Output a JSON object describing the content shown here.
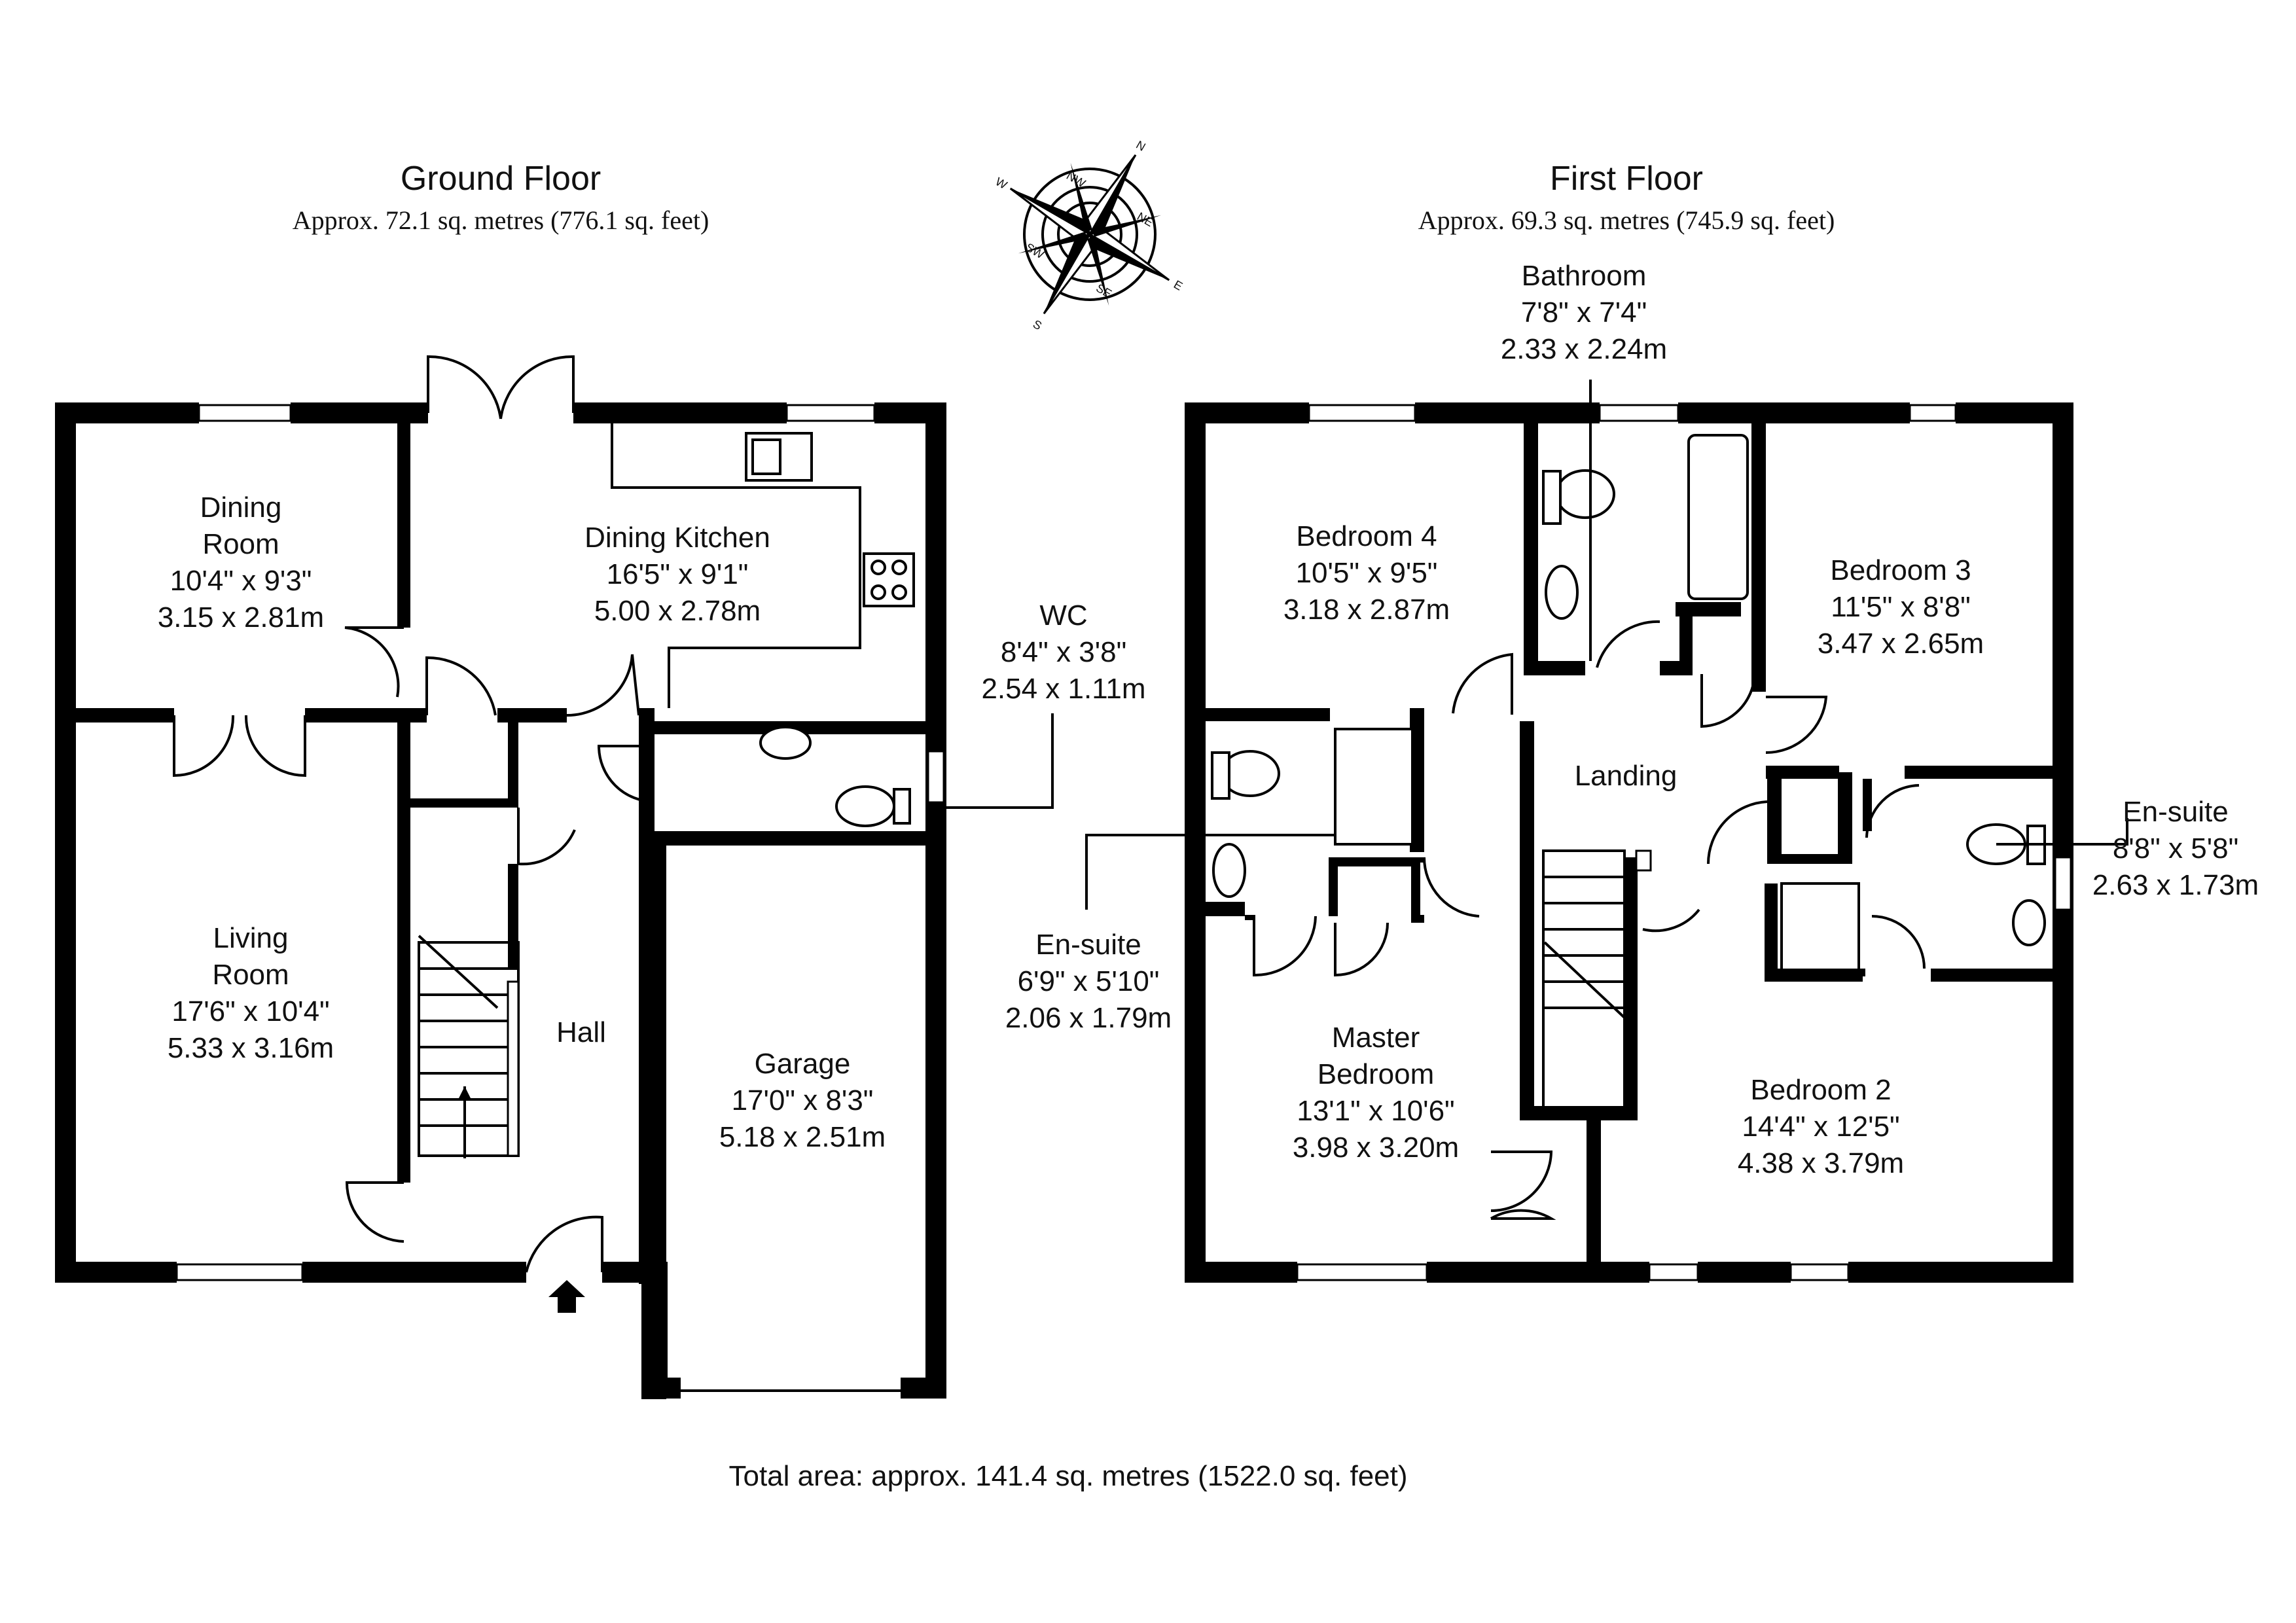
{
  "ground_floor": {
    "title": "Ground Floor",
    "area": "Approx. 72.1 sq. metres (776.1 sq. feet)",
    "rooms": {
      "dining_room": {
        "name1": "Dining",
        "name2": "Room",
        "imperial": "10'4\" x 9'3\"",
        "metric": "3.15 x 2.81m"
      },
      "dining_kitchen": {
        "name": "Dining Kitchen",
        "imperial": "16'5\" x 9'1\"",
        "metric": "5.00 x 2.78m"
      },
      "wc": {
        "name": "WC",
        "imperial": "8'4\" x 3'8\"",
        "metric": "2.54 x 1.11m"
      },
      "living_room": {
        "name1": "Living",
        "name2": "Room",
        "imperial": "17'6\" x 10'4\"",
        "metric": "5.33 x 3.16m"
      },
      "hall": {
        "name": "Hall"
      },
      "garage": {
        "name": "Garage",
        "imperial": "17'0\" x 8'3\"",
        "metric": "5.18 x 2.51m"
      }
    }
  },
  "first_floor": {
    "title": "First Floor",
    "area": "Approx. 69.3 sq. metres (745.9 sq. feet)",
    "rooms": {
      "bathroom": {
        "name": "Bathroom",
        "imperial": "7'8\" x 7'4\"",
        "metric": "2.33 x 2.24m"
      },
      "bedroom4": {
        "name": "Bedroom 4",
        "imperial": "10'5\" x 9'5\"",
        "metric": "3.18 x 2.87m"
      },
      "bedroom3": {
        "name": "Bedroom 3",
        "imperial": "11'5\" x 8'8\"",
        "metric": "3.47 x 2.65m"
      },
      "landing": {
        "name": "Landing"
      },
      "ensuite_right": {
        "name": "En-suite",
        "imperial": "8'8\" x 5'8\"",
        "metric": "2.63 x 1.73m"
      },
      "ensuite_left": {
        "name": "En-suite",
        "imperial": "6'9\" x 5'10\"",
        "metric": "2.06 x 1.79m"
      },
      "master_bedroom": {
        "name1": "Master",
        "name2": "Bedroom",
        "imperial": "13'1\" x 10'6\"",
        "metric": "3.98 x 3.20m"
      },
      "bedroom2": {
        "name": "Bedroom 2",
        "imperial": "14'4\" x 12'5\"",
        "metric": "4.38 x 3.79m"
      }
    }
  },
  "compass": {
    "n": "N",
    "e": "E",
    "s": "S",
    "w": "W",
    "nw": "NW",
    "ne": "NE",
    "se": "SE",
    "sw": "SW"
  },
  "total_area": "Total area: approx. 141.4 sq. metres (1522.0 sq. feet)"
}
